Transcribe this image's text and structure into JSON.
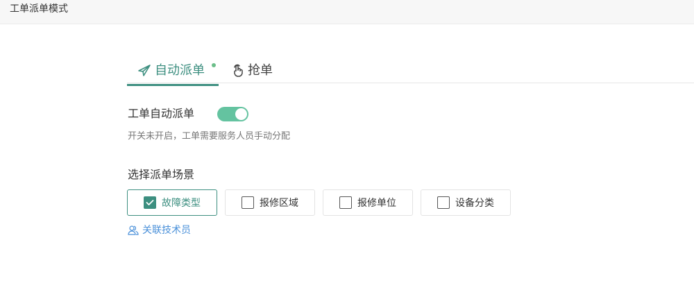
{
  "header": {
    "title": "工单派单模式"
  },
  "tabs": [
    {
      "label": "自动派单",
      "icon": "paper-plane-icon",
      "active": true,
      "badge_dot": true
    },
    {
      "label": "抢单",
      "icon": "hand-pointer-icon",
      "active": false
    }
  ],
  "auto_dispatch": {
    "switch_label": "工单自动派单",
    "switch_on": true,
    "hint": "开关未开启，工单需要服务人员手动分配"
  },
  "scene": {
    "title": "选择派单场景",
    "options": [
      {
        "label": "故障类型",
        "checked": true
      },
      {
        "label": "报修区域",
        "checked": false
      },
      {
        "label": "报修单位",
        "checked": false
      },
      {
        "label": "设备分类",
        "checked": false
      }
    ]
  },
  "link": {
    "label": "关联技术员",
    "icon": "users-icon"
  },
  "colors": {
    "accent": "#3d8f80",
    "switch_on": "#64c3a0",
    "dot": "#6cbe8a",
    "link": "#4a90d9"
  }
}
